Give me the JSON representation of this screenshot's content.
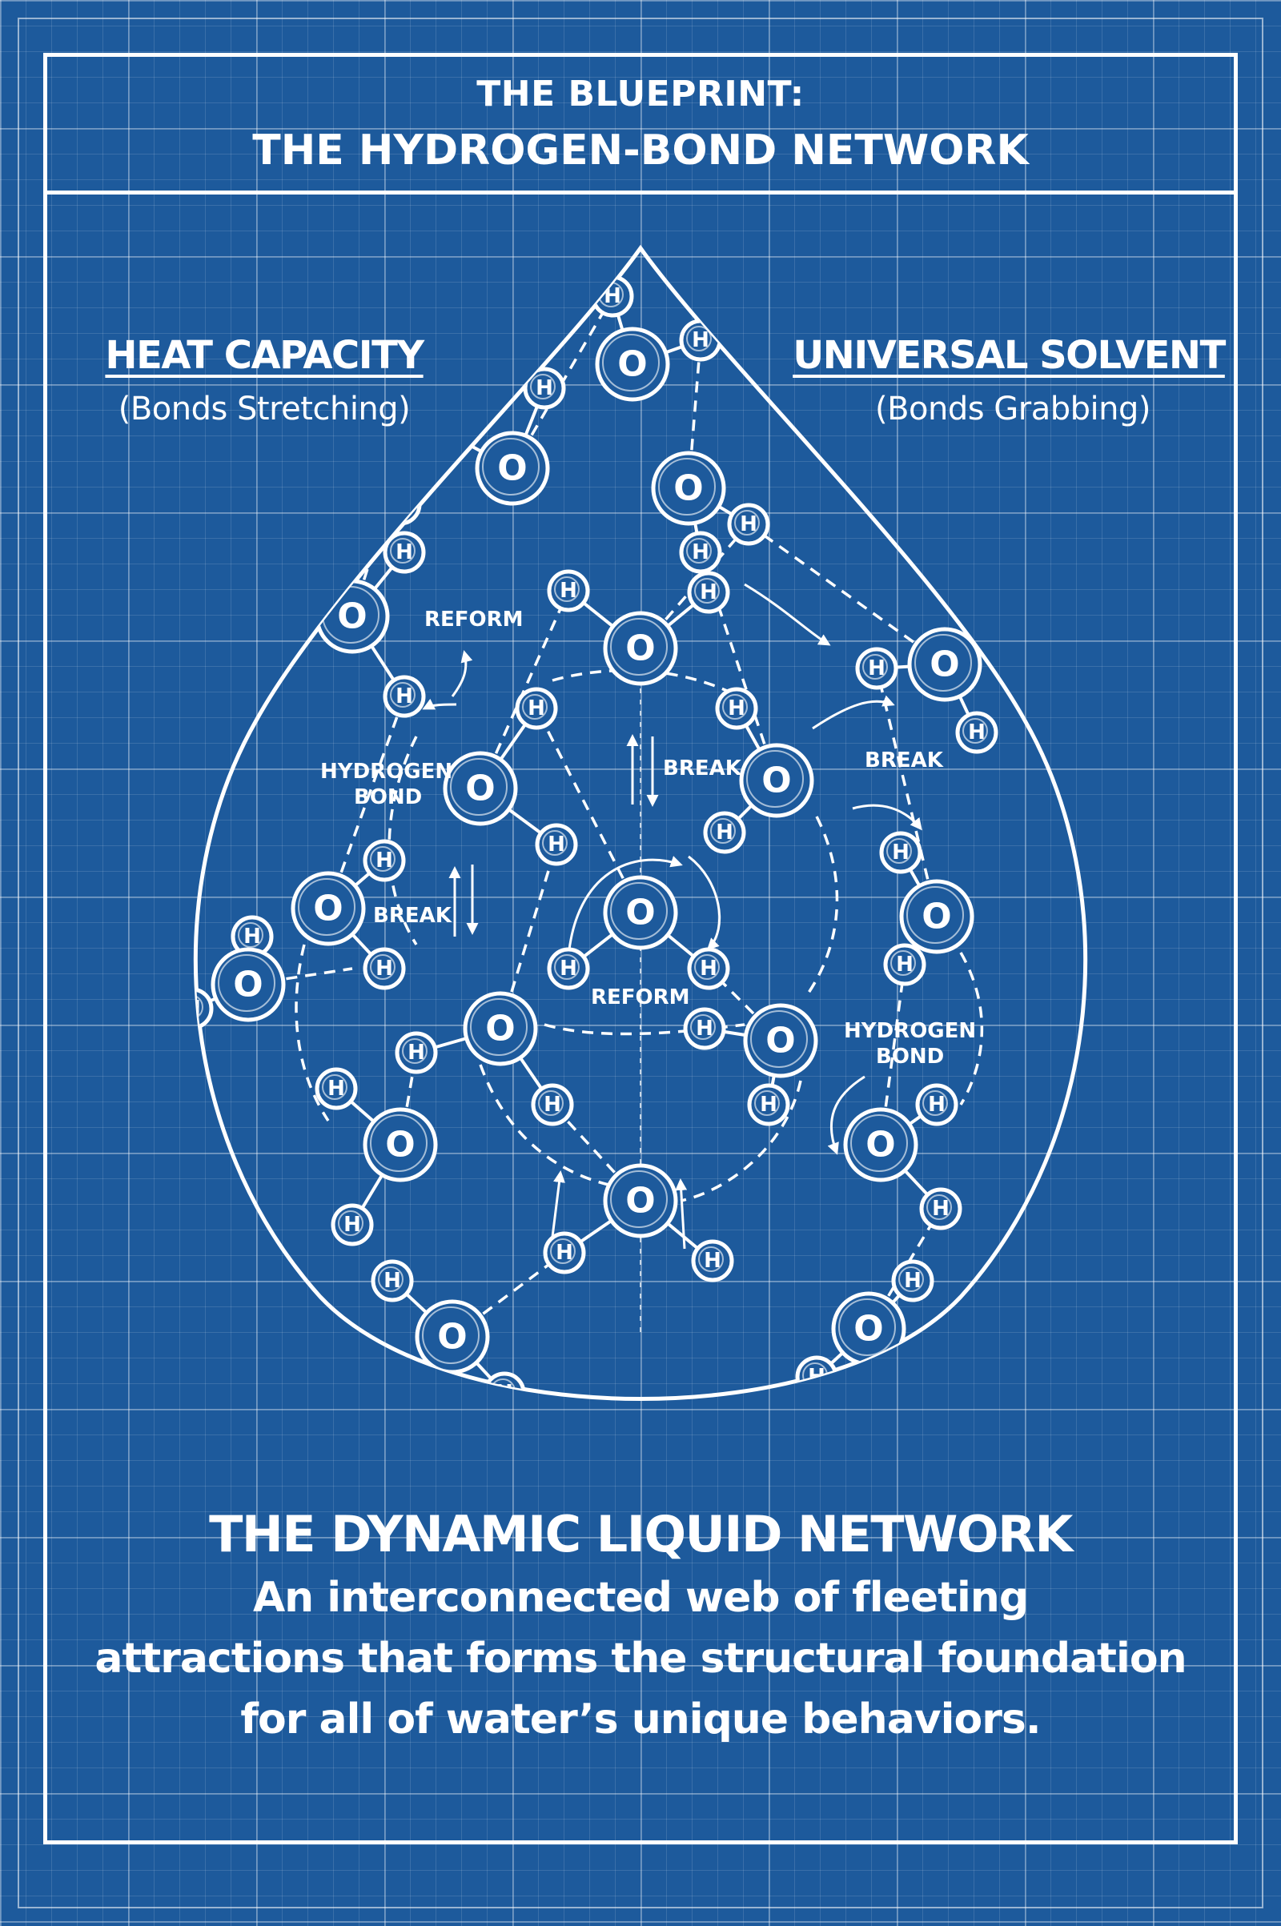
{
  "header": {
    "line1": "THE BLUEPRINT:",
    "line2": "THE HYDROGEN-BOND NETWORK"
  },
  "left_property": {
    "title": "HEAT CAPACITY",
    "subtitle": "(Bonds Stretching)"
  },
  "right_property": {
    "title": "UNIVERSAL SOLVENT",
    "subtitle": "(Bonds Grabbing)"
  },
  "diagram": {
    "atom_oxygen": "O",
    "atom_hydrogen": "H",
    "labels": {
      "reform_top": "REFORM",
      "break_center": "BREAK",
      "break_right": "BREAK",
      "hydrogen_bond_left_1": "HYDROGEN",
      "hydrogen_bond_left_2": "BOND",
      "break_left": "BREAK",
      "reform_bottom": "REFORM",
      "hydrogen_bond_right_1": "HYDROGEN",
      "hydrogen_bond_right_2": "BOND"
    }
  },
  "footer": {
    "title": "THE DYNAMIC LIQUID NETWORK",
    "line1": "An interconnected web of fleeting",
    "line2": "attractions that forms the structural foundation",
    "line3": "for all of water’s unique behaviors."
  },
  "colors": {
    "background": "#1d5a9c",
    "ink": "#ffffff"
  }
}
